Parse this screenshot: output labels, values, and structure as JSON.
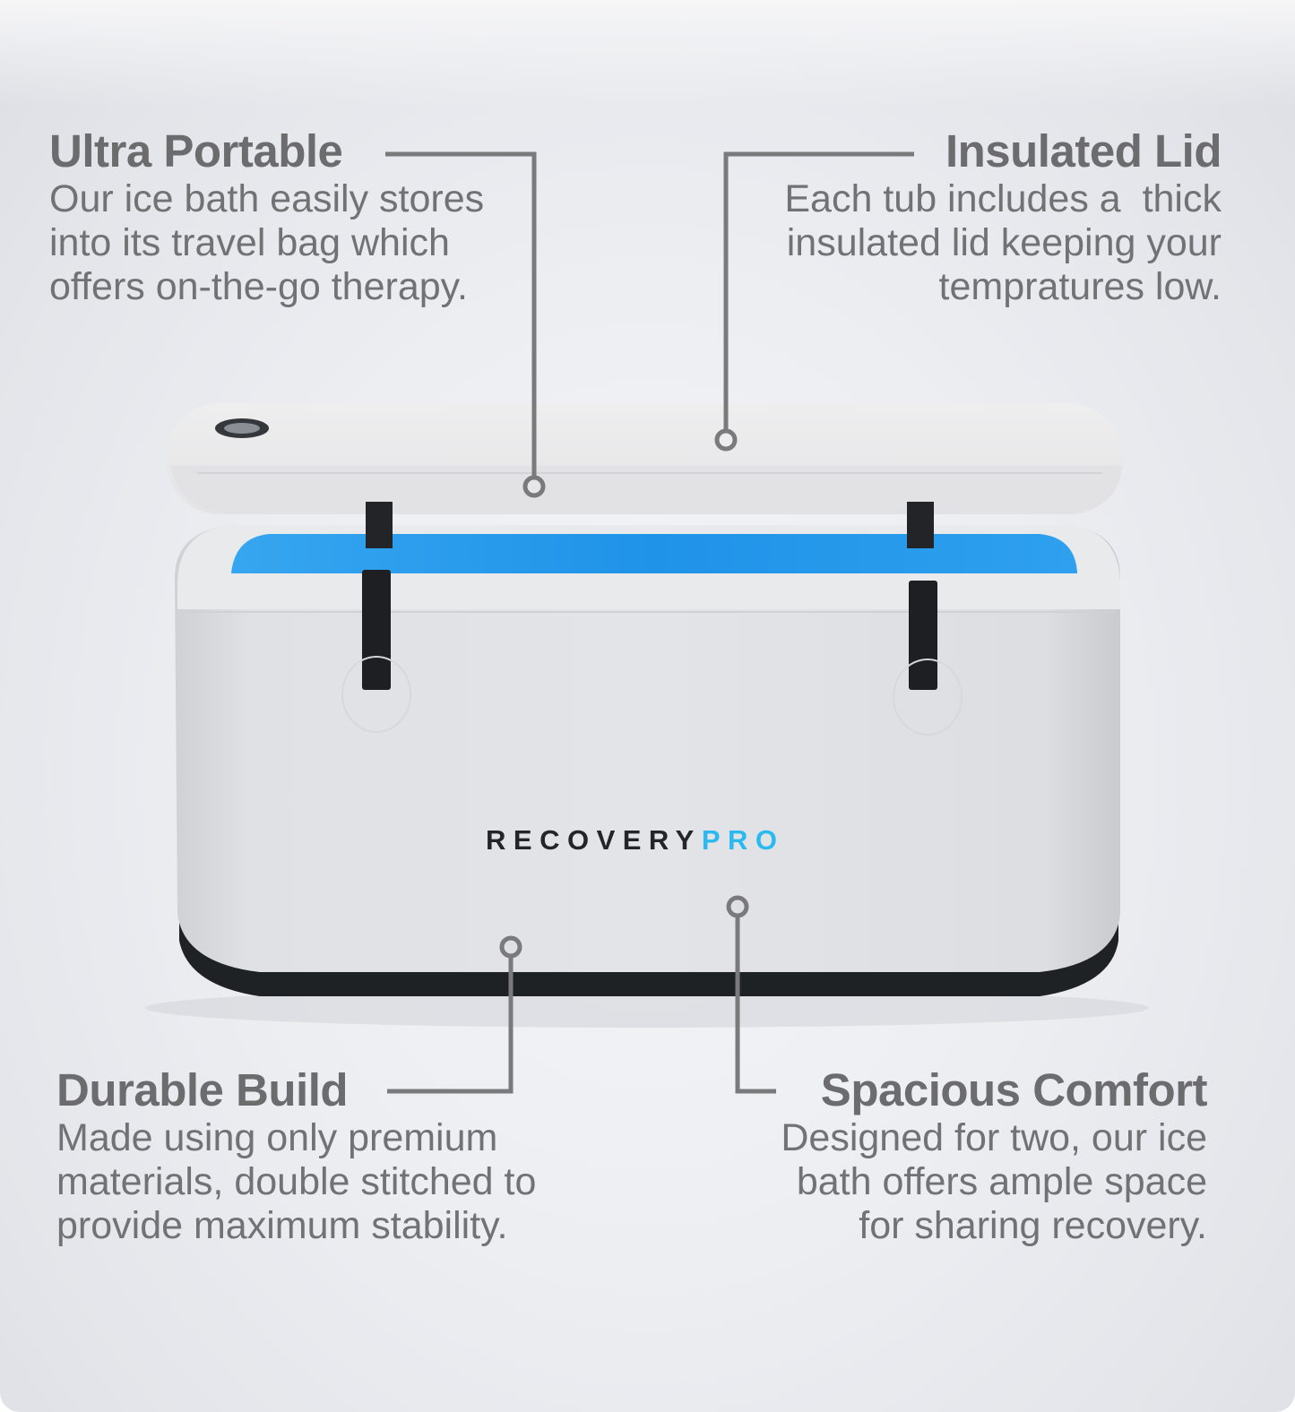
{
  "product": {
    "brand_primary": "RECOVERY",
    "brand_accent": "PRO",
    "accent_color": "#2bbaf0",
    "tub_liner_color": "#1e90e6",
    "callout_color": "#6f6f71"
  },
  "callouts": [
    {
      "title": "Ultra Portable",
      "lines": [
        "Our ice bath easily stores",
        "into its travel bag which",
        "offers on-the-go therapy."
      ]
    },
    {
      "title": "Insulated Lid",
      "lines": [
        "Each tub includes a  thick",
        "insulated lid keeping your",
        "tempratures low."
      ]
    },
    {
      "title": "Durable Build",
      "lines": [
        "Made using only premium",
        "materials, double stitched to",
        "provide maximum stability."
      ]
    },
    {
      "title": "Spacious Comfort",
      "lines": [
        "Designed for two, our ice",
        "bath offers ample space",
        "for sharing recovery."
      ]
    }
  ]
}
